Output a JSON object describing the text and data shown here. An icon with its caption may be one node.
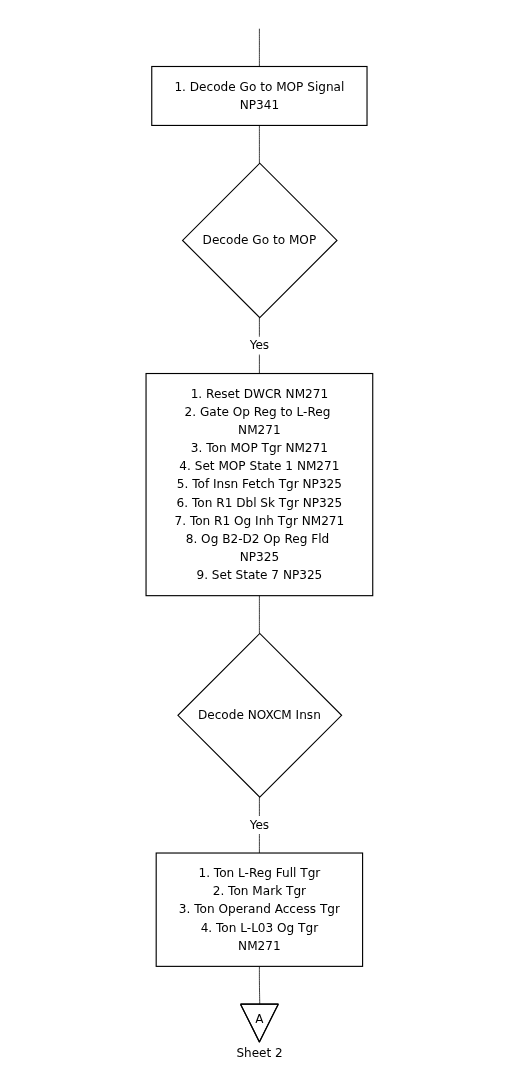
{
  "diagram": {
    "nodes": [
      {
        "text": [
          "1. Decode Go to MOP Signal",
          "NP341"
        ]
      },
      {
        "text": [
          "Decode Go to MOP"
        ]
      },
      {
        "text": [
          "1. Reset DWCR NM271",
          "2. Gate Op Reg to L-Reg NM271",
          "3. Ton MOP Tgr NM271",
          "4. Set MOP State 1 NM271",
          "5. Tof Insn Fetch Tgr NP325",
          "6. Ton R1 Dbl Sk Tgr NP325",
          "7. Ton R1 Og Inh Tgr NM271",
          "8. Og B2-D2 Op Reg Fld NP325",
          "9. Set State 7 NP325"
        ]
      },
      {
        "text": [
          "Decode NOXCM Insn"
        ]
      },
      {
        "text": [
          "1. Ton L-Reg Full Tgr",
          "2. Ton Mark Tgr",
          "3. Ton Operand Access Tgr",
          "4. Ton L-L03 Og Tgr",
          "NM271"
        ]
      },
      {
        "text": [
          "A"
        ],
        "beside": [
          "Sheet 2"
        ]
      }
    ],
    "edges": [
      {
        "from": null,
        "to": 0,
        "arrow": "none"
      },
      {
        "from": 0,
        "to": 1,
        "arrow": "none"
      },
      {
        "from": 1,
        "to": 2,
        "arrow": "none",
        "label": "Yes"
      },
      {
        "from": 2,
        "to": 3,
        "arrow": "none"
      },
      {
        "from": 3,
        "to": 4,
        "arrow": "none",
        "label": "Yes"
      },
      {
        "from": 4,
        "to": 5,
        "arrow": "none"
      }
    ]
  }
}
